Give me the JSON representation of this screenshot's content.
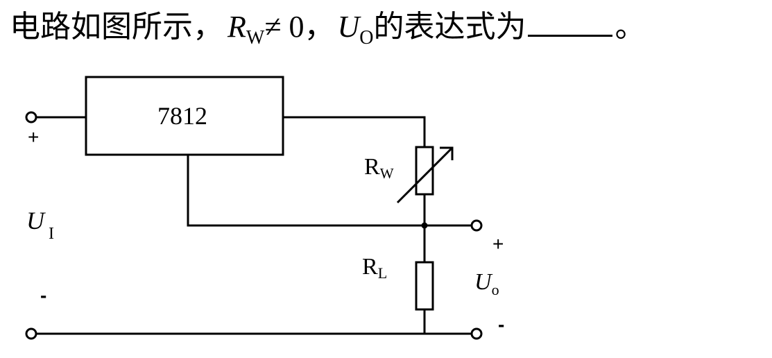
{
  "question": {
    "prefix": "电路如图所示，",
    "rw_symbol": "R",
    "rw_sub": "W",
    "neq": " ≠ 0，",
    "uo_symbol": "U",
    "uo_sub": "O",
    "suffix": " 的表达式为",
    "end": "。"
  },
  "circuit": {
    "regulator_label": "7812",
    "rw_label": "R",
    "rw_label_sub": "W",
    "rl_label": "R",
    "rl_label_sub": "L",
    "ui_label": "U",
    "ui_label_sub": "I",
    "uo_label": "U",
    "uo_label_sub": "o",
    "in_plus": "+",
    "in_minus": "-",
    "out_plus": "+",
    "out_minus": "-"
  }
}
